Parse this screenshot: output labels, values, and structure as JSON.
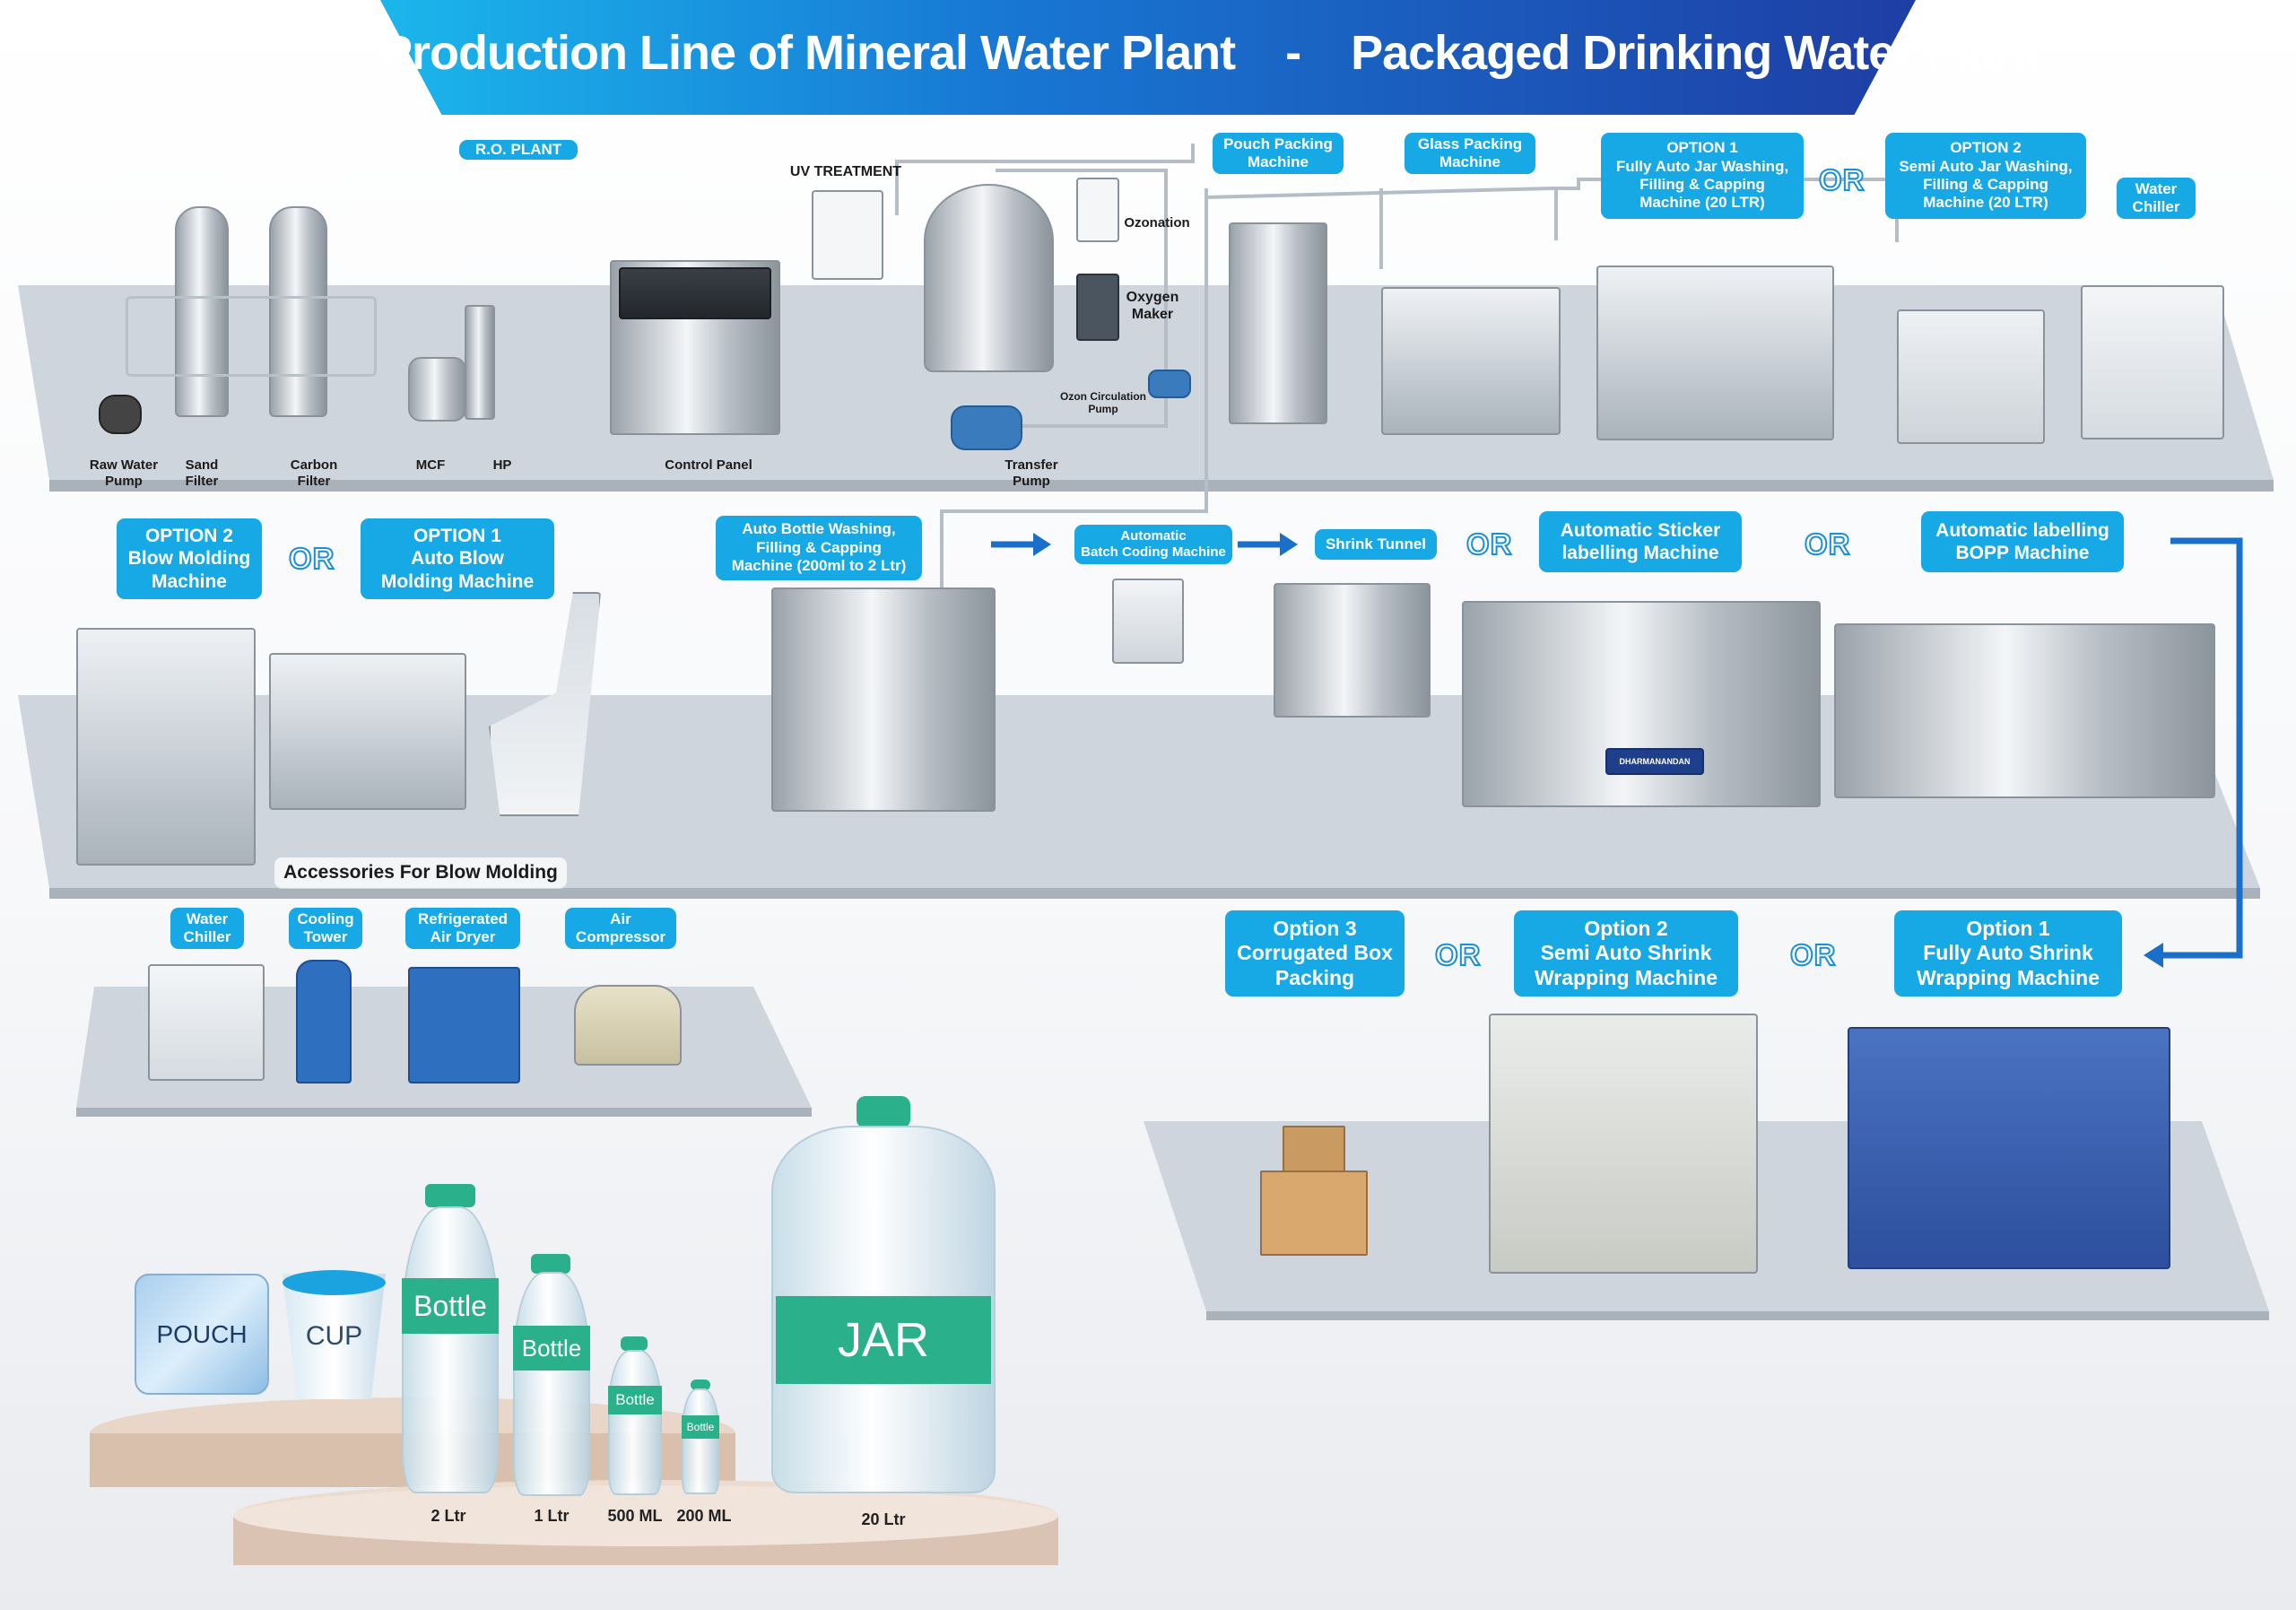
{
  "header": {
    "title": "Production Line of Mineral Water Plant    -    Packaged Drinking Water Plant"
  },
  "colors": {
    "label_bg": "#17a9e6",
    "banner_start": "#1bb6ec",
    "banner_end": "#1e3ea5",
    "arrow": "#1a6fc8",
    "bottle_band": "#2bb08c"
  },
  "row1": {
    "ro_plant": "R.O. PLANT",
    "uv_treatment": "UV TREATMENT",
    "ozonation": "Ozonation",
    "oxygen_maker": "Oxygen\nMaker",
    "ozon_pump": "Ozon Circulation\nPump",
    "pouch_packing": "Pouch Packing\nMachine",
    "glass_packing": "Glass Packing\nMachine",
    "jar_option1": "OPTION 1\nFully Auto Jar Washing,\nFilling & Capping\nMachine (20 LTR)",
    "jar_or": "OR",
    "jar_option2": "OPTION 2\nSemi Auto Jar Washing,\nFilling & Capping\nMachine (20 LTR)",
    "water_chiller": "Water\nChiller",
    "captions": {
      "raw_water_pump": "Raw Water\nPump",
      "sand_filter": "Sand\nFilter",
      "carbon_filter": "Carbon\nFilter",
      "mcf": "MCF",
      "hp": "HP",
      "control_panel": "Control Panel",
      "transfer_pump": "Transfer\nPump"
    }
  },
  "row2": {
    "blow_option2": "OPTION 2\nBlow Molding\nMachine",
    "blow_or": "OR",
    "blow_option1": "OPTION 1\nAuto Blow\nMolding Machine",
    "auto_bottle": "Auto Bottle Washing,\nFilling & Capping\nMachine (200ml to 2 Ltr)",
    "batch_coding": "Automatic\nBatch Coding Machine",
    "shrink_tunnel": "Shrink Tunnel",
    "or_a": "OR",
    "sticker_labelling": "Automatic Sticker\nlabelling Machine",
    "or_b": "OR",
    "bopp_labelling": "Automatic labelling\nBOPP Machine",
    "accessories": "Accessories For Blow Molding",
    "brand_plate": "DHARMANANDAN"
  },
  "accessories": {
    "water_chiller": "Water\nChiller",
    "cooling_tower": "Cooling\nTower",
    "air_dryer": "Refrigerated\nAir Dryer",
    "air_compressor": "Air\nCompressor"
  },
  "row3": {
    "option3": "Option 3\nCorrugated Box\nPacking",
    "or_a": "OR",
    "option2": "Option 2\nSemi Auto Shrink\nWrapping  Machine",
    "or_b": "OR",
    "option1": "Option 1\nFully Auto Shrink\nWrapping  Machine"
  },
  "products": {
    "pouch": "POUCH",
    "cup": "CUP",
    "bottle_2l_band": "Bottle",
    "bottle_1l_band": "Bottle",
    "bottle_500_band": "Bottle",
    "bottle_200_band": "Bottle",
    "jar_band": "JAR",
    "size_2l": "2 Ltr",
    "size_1l": "1 Ltr",
    "size_500": "500 ML",
    "size_200": "200 ML",
    "size_jar": "20 Ltr"
  }
}
